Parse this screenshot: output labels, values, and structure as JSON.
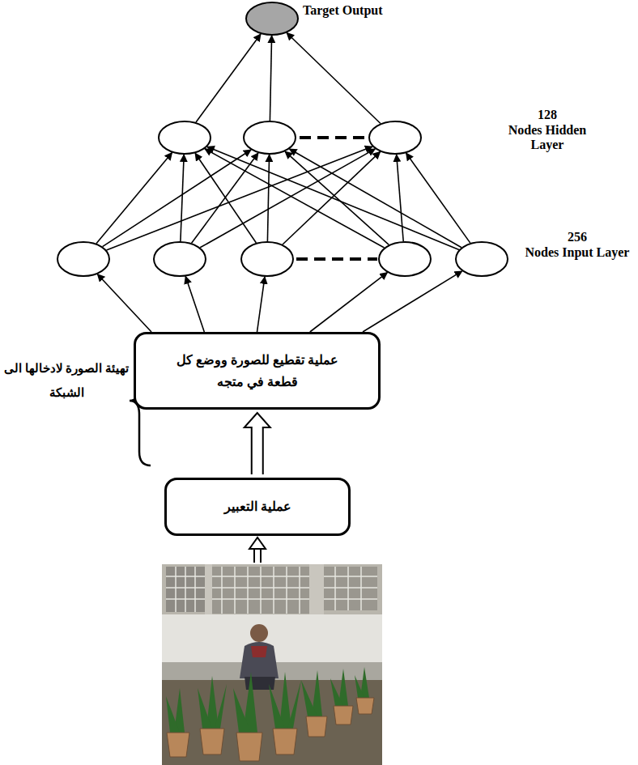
{
  "diagram": {
    "nodes": [
      {
        "text": [
          "Target Output"
        ]
      },
      {
        "text": []
      },
      {
        "text": []
      },
      {
        "text": []
      },
      {
        "text": []
      },
      {
        "text": []
      },
      {
        "text": []
      },
      {
        "text": []
      },
      {
        "text": []
      },
      {
        "text": [
          "عملية تقطيع للصورة ووضع كل قطعة في متجه"
        ]
      },
      {
        "text": [
          "عملية التعبير"
        ]
      }
    ],
    "edges": [
      {
        "from": 1,
        "to": 0,
        "arrow": "to"
      },
      {
        "from": 2,
        "to": 0,
        "arrow": "to"
      },
      {
        "from": 3,
        "to": 0,
        "arrow": "to"
      },
      {
        "from": 4,
        "to": 1,
        "arrow": "to"
      },
      {
        "from": 4,
        "to": 2,
        "arrow": "to"
      },
      {
        "from": 4,
        "to": 3,
        "arrow": "to"
      },
      {
        "from": 5,
        "to": 1,
        "arrow": "to"
      },
      {
        "from": 5,
        "to": 2,
        "arrow": "to"
      },
      {
        "from": 5,
        "to": 3,
        "arrow": "to"
      },
      {
        "from": 6,
        "to": 1,
        "arrow": "to"
      },
      {
        "from": 6,
        "to": 2,
        "arrow": "to"
      },
      {
        "from": 6,
        "to": 3,
        "arrow": "to"
      },
      {
        "from": 7,
        "to": 1,
        "arrow": "to"
      },
      {
        "from": 7,
        "to": 2,
        "arrow": "to"
      },
      {
        "from": 7,
        "to": 3,
        "arrow": "to"
      },
      {
        "from": 8,
        "to": 1,
        "arrow": "to"
      },
      {
        "from": 8,
        "to": 2,
        "arrow": "to"
      },
      {
        "from": 8,
        "to": 3,
        "arrow": "to"
      },
      {
        "from": 9,
        "to": 4,
        "arrow": "to"
      },
      {
        "from": 9,
        "to": 5,
        "arrow": "to"
      },
      {
        "from": 9,
        "to": 6,
        "arrow": "to"
      },
      {
        "from": 9,
        "to": 7,
        "arrow": "to"
      },
      {
        "from": 9,
        "to": 8,
        "arrow": "to"
      },
      {
        "from": 10,
        "to": 9,
        "arrow": "to"
      }
    ],
    "labels": [
      "128",
      "Nodes Hidden Layer",
      "256",
      "Nodes Input Layer",
      "تهيئة الصورة لادخالها الى الشبكة"
    ]
  }
}
